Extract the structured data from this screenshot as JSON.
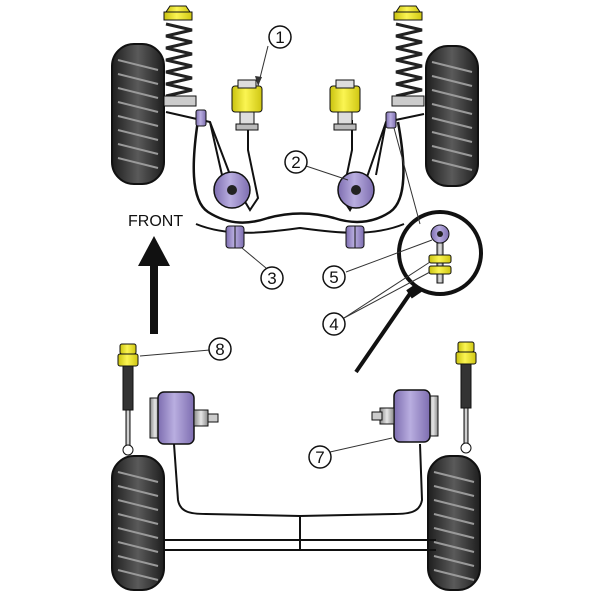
{
  "front_label": "FRONT",
  "callouts": {
    "c1": "1",
    "c2": "2",
    "c3": "3",
    "c4": "4",
    "c5": "5",
    "c7": "7",
    "c8": "8"
  },
  "colors": {
    "polyurethane_purple": "#9b8cc6",
    "polyurethane_yellow": "#f2ea2e",
    "tyre": "#2f2f2f",
    "outline": "#1a1a1a"
  }
}
